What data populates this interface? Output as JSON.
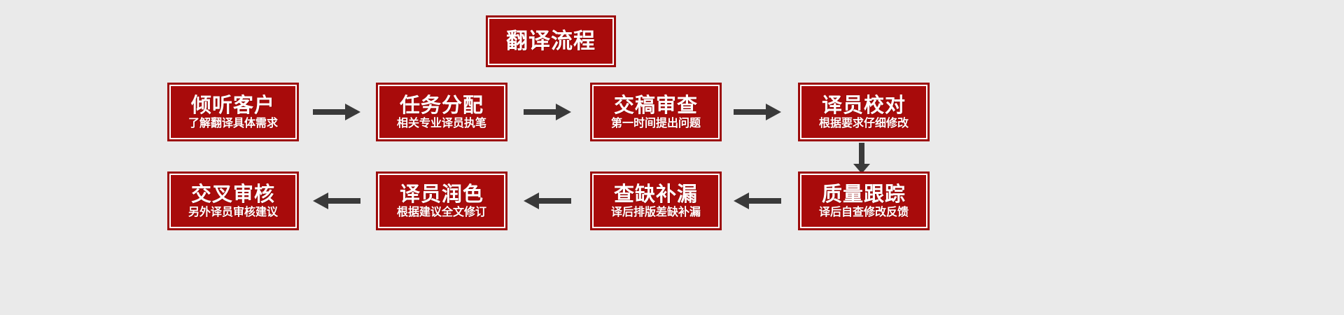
{
  "diagram": {
    "title": "翻译流程",
    "background_color": "#eaeaea",
    "box_fill_color": "#a80b0b",
    "box_border_color": "#9c0a0a",
    "box_inner_line_color": "#ffffff",
    "text_color": "#ffffff",
    "arrow_color": "#3a3a3a",
    "row1": [
      {
        "title": "倾听客户",
        "subtitle": "了解翻译具体需求"
      },
      {
        "title": "任务分配",
        "subtitle": "相关专业译员执笔"
      },
      {
        "title": "交稿审查",
        "subtitle": "第一时间提出问题"
      },
      {
        "title": "译员校对",
        "subtitle": "根据要求仔细修改"
      }
    ],
    "row2": [
      {
        "title": "交叉审核",
        "subtitle": "另外译员审核建议"
      },
      {
        "title": "译员润色",
        "subtitle": "根据建议全文修订"
      },
      {
        "title": "查缺补漏",
        "subtitle": "译后排版差缺补漏"
      },
      {
        "title": "质量跟踪",
        "subtitle": "译后自查修改反馈"
      }
    ],
    "arrows": {
      "row1_direction": "right",
      "row2_direction": "left",
      "connector_direction": "down"
    }
  }
}
